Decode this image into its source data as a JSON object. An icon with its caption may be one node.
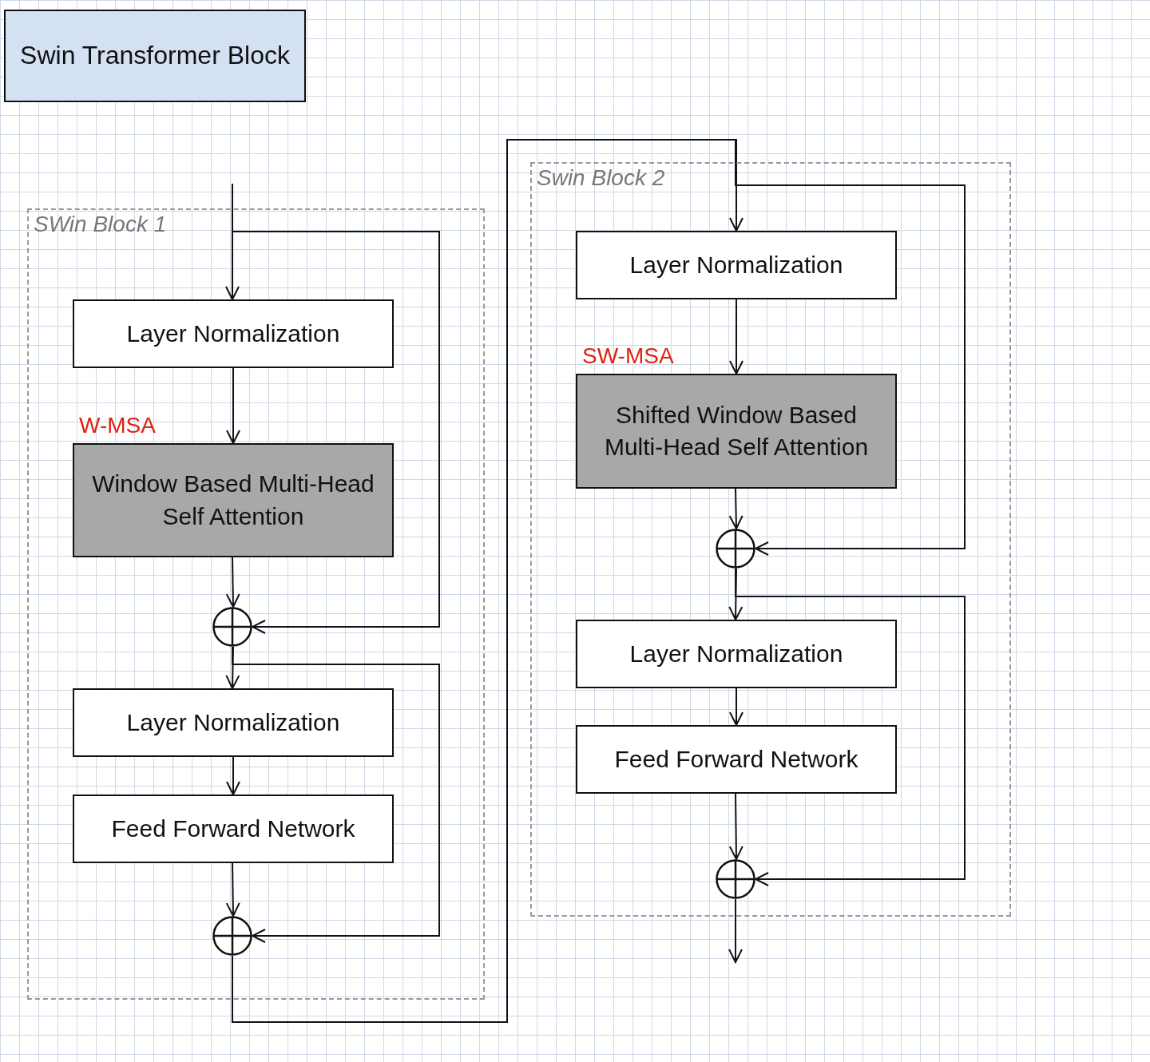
{
  "diagram": {
    "nodes": [
      {
        "text": [
          "Swin Transformer Block"
        ]
      },
      {
        "text": [
          "SWin Block 1"
        ]
      },
      {
        "text": [
          "Layer Normalization"
        ],
        "in": 1
      },
      {
        "text": [
          "Window Based Multi-Head Self Attention"
        ],
        "in": 1,
        "beside": [
          "W-MSA"
        ]
      },
      {
        "text": [],
        "shape": "circle",
        "in": 1
      },
      {
        "text": [
          "Layer Normalization"
        ],
        "in": 1
      },
      {
        "text": [
          "Feed Forward Network"
        ],
        "in": 1
      },
      {
        "text": [],
        "shape": "circle",
        "in": 1
      },
      {
        "text": [
          "Swin Block 2"
        ]
      },
      {
        "text": [
          "Layer Normalization"
        ],
        "in": 8
      },
      {
        "text": [
          "Shifted Window Based Multi-Head Self Attention"
        ],
        "in": 8,
        "beside": [
          "SW-MSA"
        ]
      },
      {
        "text": [],
        "shape": "circle",
        "in": 8
      },
      {
        "text": [
          "Layer Normalization"
        ],
        "in": 8
      },
      {
        "text": [
          "Feed Forward Network"
        ],
        "in": 8
      },
      {
        "text": [],
        "shape": "circle",
        "in": 8
      }
    ],
    "edges": [
      {
        "from": null,
        "to": 2,
        "arrow": "to"
      },
      {
        "from": 2,
        "to": 3,
        "arrow": "to"
      },
      {
        "from": 3,
        "to": 4,
        "arrow": "to"
      },
      {
        "from": null,
        "to": 4,
        "arrow": "to"
      },
      {
        "from": 4,
        "to": 5,
        "arrow": "to"
      },
      {
        "from": 4,
        "to": 7,
        "arrow": "to"
      },
      {
        "from": 5,
        "to": 6,
        "arrow": "to"
      },
      {
        "from": 6,
        "to": 7,
        "arrow": "to"
      },
      {
        "from": 7,
        "to": 9,
        "arrow": "to"
      },
      {
        "from": 7,
        "to": 11,
        "arrow": "to"
      },
      {
        "from": 9,
        "to": 10,
        "arrow": "to"
      },
      {
        "from": 10,
        "to": 11,
        "arrow": "to"
      },
      {
        "from": 11,
        "to": 12,
        "arrow": "to"
      },
      {
        "from": 11,
        "to": 14,
        "arrow": "to"
      },
      {
        "from": 12,
        "to": 13,
        "arrow": "to"
      },
      {
        "from": 13,
        "to": 14,
        "arrow": "to"
      },
      {
        "from": 14,
        "to": null,
        "arrow": "to"
      }
    ]
  }
}
